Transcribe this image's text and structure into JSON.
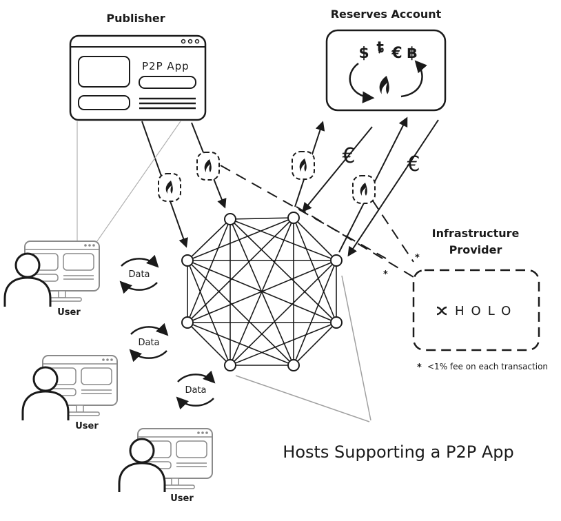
{
  "publisher": {
    "title": "Publisher",
    "app_label": "P2P App"
  },
  "reserves": {
    "title": "Reserves Account",
    "currency_symbols": [
      "$",
      "ȶ",
      "€",
      "฿"
    ]
  },
  "infrastructure": {
    "title_line1": "Infrastructure",
    "title_line2": "Provider",
    "brand": "HOLO",
    "footnote": "<1% fee on each transaction",
    "asterisk": "*"
  },
  "hosts": {
    "caption": "Hosts Supporting a P2P App",
    "node_count": 8
  },
  "users": [
    {
      "label": "User",
      "data_label": "Data"
    },
    {
      "label": "User",
      "data_label": "Data"
    },
    {
      "label": "User",
      "data_label": "Data"
    }
  ],
  "flows": {
    "euro_symbol": "€"
  },
  "icons": [
    "browser-window-icon",
    "hot-token-icon",
    "euro-icon",
    "user-icon",
    "monitor-icon",
    "holo-logo-icon",
    "cycle-arrows-icon"
  ],
  "colors": {
    "ink": "#1a1a1a",
    "gray_line": "#a0a0a0",
    "user_gray": "#8a8a8a"
  }
}
